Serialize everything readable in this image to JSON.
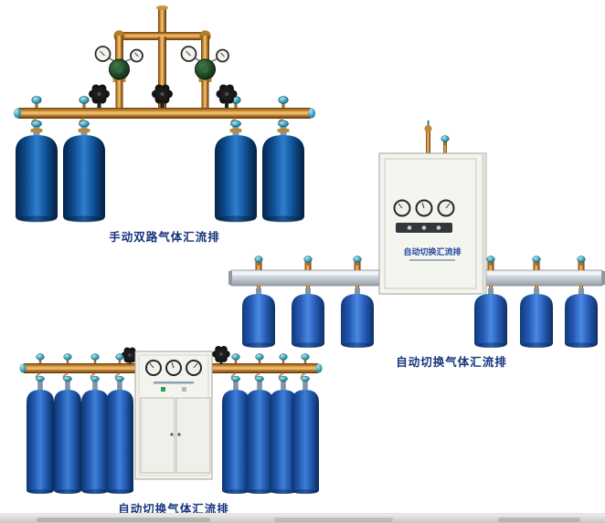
{
  "page": {
    "background": "#ffffff"
  },
  "products": [
    {
      "name": "manual-dual-manifold",
      "caption": "手动双路气体汇流排",
      "cylinder_count": 4
    },
    {
      "name": "auto-switch-manifold-wall",
      "caption": "自动切换气体汇流排",
      "cabinet_label": "自动切换汇流排",
      "cylinder_count": 6
    },
    {
      "name": "auto-switch-manifold-cabinet",
      "caption": "自动切换气体汇流排",
      "cylinder_count": 8
    }
  ],
  "colors": {
    "caption_text": "#16337e",
    "brass_pipe": "#cf8f3b",
    "cylinder_blue_dark": "#0e4c8e",
    "cylinder_blue_royal": "#2457b0",
    "valve_teal": "#3da4bf",
    "cabinet_body": "#f5f5f0",
    "rail_silver": "#cdd4db"
  }
}
